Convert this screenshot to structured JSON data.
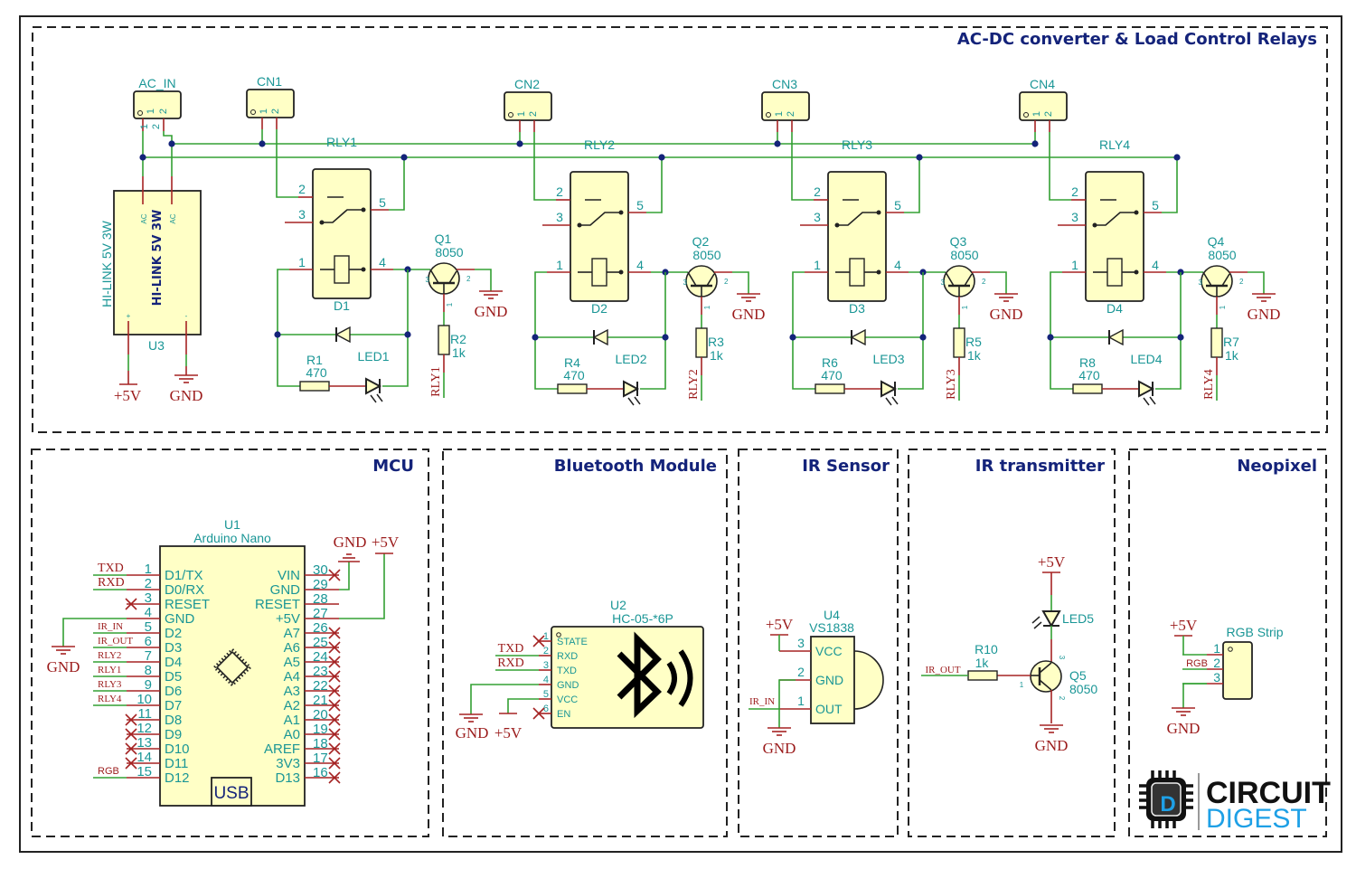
{
  "sections": {
    "relays": "AC-DC converter & Load Control Relays",
    "mcu": "MCU",
    "bluetooth": "Bluetooth Module",
    "ir_sensor": "IR Sensor",
    "ir_tx": "IR transmitter",
    "neopixel": "Neopixel"
  },
  "power": {
    "ac_in": "AC_IN",
    "hilink_ref": "U3",
    "hilink_value": "HI-LINK 5V 3W",
    "hilink_body": "HI-LINK 5V 3W",
    "pin_ac": "AC",
    "pin_plus": "+",
    "pin_minus": "-",
    "vcc": "+5V",
    "gnd": "GND",
    "pin1": "1",
    "pin2": "2"
  },
  "relay_pins": {
    "p1": "1",
    "p2": "2",
    "p3": "3",
    "p4": "4",
    "p5": "5"
  },
  "transistor_pins": {
    "p1": "1",
    "p2": "2",
    "p3": "3"
  },
  "relay_stages": [
    {
      "cn": "CN1",
      "net": "RLY1",
      "relay": "D1",
      "q": "Q1",
      "q_value": "8050",
      "r_led": "R1",
      "r_led_value": "470",
      "led": "LED1",
      "r_base": "R2",
      "r_base_value": "1k",
      "gnd": "GND"
    },
    {
      "cn": "CN2",
      "net": "RLY2",
      "relay": "D2",
      "q": "Q2",
      "q_value": "8050",
      "r_led": "R4",
      "r_led_value": "470",
      "led": "LED2",
      "r_base": "R3",
      "r_base_value": "1k",
      "gnd": "GND"
    },
    {
      "cn": "CN3",
      "net": "RLY3",
      "relay": "D3",
      "q": "Q3",
      "q_value": "8050",
      "r_led": "R6",
      "r_led_value": "470",
      "led": "LED3",
      "r_base": "R5",
      "r_base_value": "1k",
      "gnd": "GND"
    },
    {
      "cn": "CN4",
      "net": "RLY4",
      "relay": "D4",
      "q": "Q4",
      "q_value": "8050",
      "r_led": "R8",
      "r_led_value": "470",
      "led": "LED4",
      "r_base": "R7",
      "r_base_value": "1k",
      "gnd": "GND"
    }
  ],
  "mcu": {
    "ref": "U1",
    "value": "Arduino Nano",
    "usb": "USB",
    "gnd_label": "GND",
    "gnd_top": "GND",
    "vcc_top": "+5V",
    "left_pins": [
      {
        "num": "1",
        "name": "D1/TX",
        "net": "TXD"
      },
      {
        "num": "2",
        "name": "D0/RX",
        "net": "RXD"
      },
      {
        "num": "3",
        "name": "RESET",
        "net": ""
      },
      {
        "num": "4",
        "name": "GND",
        "net": ""
      },
      {
        "num": "5",
        "name": "D2",
        "net": "IR_IN"
      },
      {
        "num": "6",
        "name": "D3",
        "net": "IR_OUT"
      },
      {
        "num": "7",
        "name": "D4",
        "net": "RLY2"
      },
      {
        "num": "8",
        "name": "D5",
        "net": "RLY1"
      },
      {
        "num": "9",
        "name": "D6",
        "net": "RLY3"
      },
      {
        "num": "10",
        "name": "D7",
        "net": "RLY4"
      },
      {
        "num": "11",
        "name": "D8",
        "net": ""
      },
      {
        "num": "12",
        "name": "D9",
        "net": ""
      },
      {
        "num": "13",
        "name": "D10",
        "net": ""
      },
      {
        "num": "14",
        "name": "D11",
        "net": ""
      },
      {
        "num": "15",
        "name": "D12",
        "net": "RGB"
      }
    ],
    "right_pins": [
      {
        "num": "30",
        "name": "VIN"
      },
      {
        "num": "29",
        "name": "GND"
      },
      {
        "num": "28",
        "name": "RESET"
      },
      {
        "num": "27",
        "name": "+5V"
      },
      {
        "num": "26",
        "name": "A7"
      },
      {
        "num": "25",
        "name": "A6"
      },
      {
        "num": "24",
        "name": "A5"
      },
      {
        "num": "23",
        "name": "A4"
      },
      {
        "num": "22",
        "name": "A3"
      },
      {
        "num": "21",
        "name": "A2"
      },
      {
        "num": "20",
        "name": "A1"
      },
      {
        "num": "19",
        "name": "A0"
      },
      {
        "num": "18",
        "name": "AREF"
      },
      {
        "num": "17",
        "name": "3V3"
      },
      {
        "num": "16",
        "name": "D13"
      }
    ]
  },
  "bluetooth": {
    "ref": "U2",
    "value": "HC-05-*6P",
    "pins": [
      {
        "num": "1",
        "name": "STATE",
        "net": ""
      },
      {
        "num": "2",
        "name": "RXD",
        "net": "TXD"
      },
      {
        "num": "3",
        "name": "TXD",
        "net": "RXD"
      },
      {
        "num": "4",
        "name": "GND",
        "net": ""
      },
      {
        "num": "5",
        "name": "VCC",
        "net": ""
      },
      {
        "num": "6",
        "name": "EN",
        "net": ""
      }
    ],
    "gnd": "GND",
    "vcc": "+5V"
  },
  "ir_sensor": {
    "ref": "U4",
    "value": "VS1838",
    "pins": [
      {
        "num": "3",
        "name": "VCC"
      },
      {
        "num": "2",
        "name": "GND"
      },
      {
        "num": "1",
        "name": "OUT"
      }
    ],
    "net": "IR_IN",
    "vcc": "+5V",
    "gnd": "GND"
  },
  "ir_tx": {
    "vcc": "+5V",
    "led": "LED5",
    "r": "R10",
    "r_value": "1k",
    "net": "IR_OUT",
    "q": "Q5",
    "q_value": "8050",
    "gnd": "GND"
  },
  "neopixel": {
    "name": "RGB Strip",
    "pins": [
      "1",
      "2",
      "3"
    ],
    "net": "RGB",
    "vcc": "+5V",
    "gnd": "GND"
  },
  "logo": {
    "line1": "CIRCUIT",
    "line2": "DIGEST"
  },
  "colors": {
    "wire": "#33a033",
    "pin": "#a52323",
    "junction": "#14237a",
    "component_fill": "#ffffc6",
    "label_teal": "#1a9696",
    "title_navy": "#14237a",
    "logo_blue": "#1ea0e6"
  }
}
